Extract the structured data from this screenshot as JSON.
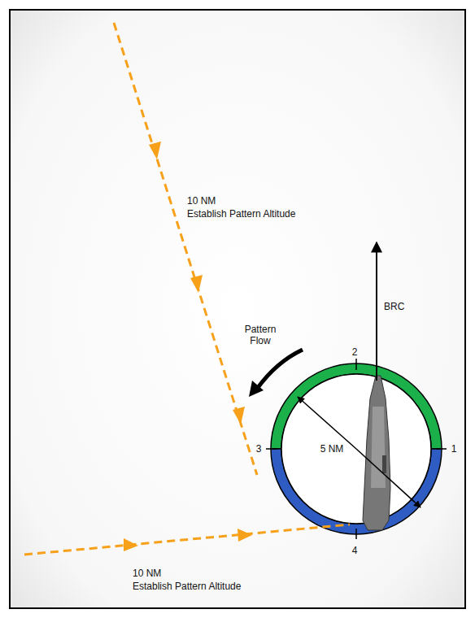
{
  "diagram": {
    "labels": [
      "10 NM",
      "Establish Pattern Altitude",
      "BRC",
      "Pattern Flow",
      "2",
      "5 NM",
      "3",
      "1",
      "4",
      "10 NM",
      "Establish Pattern Altitude"
    ]
  }
}
